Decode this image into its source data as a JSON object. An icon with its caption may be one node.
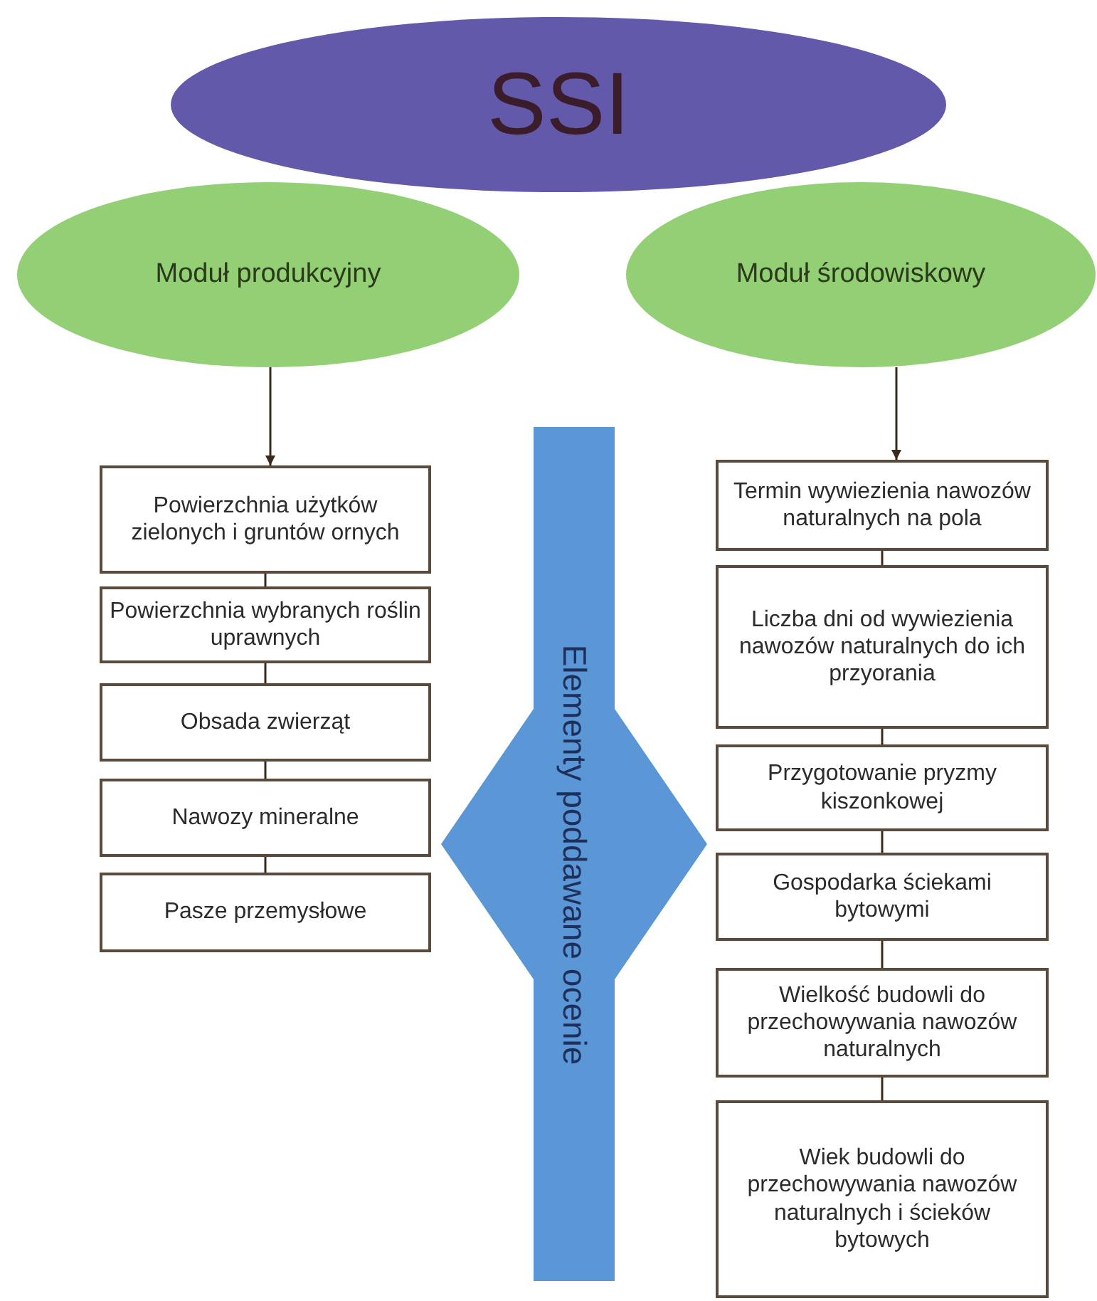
{
  "diagram": {
    "nodes": [
      {
        "text": [
          "SSI"
        ]
      },
      {
        "text": [
          "Moduł produkcyjny"
        ]
      },
      {
        "text": [
          "Moduł środowiskowy"
        ]
      },
      {
        "text": [
          "Powierzchnia użytków zielonych i gruntów ornych"
        ]
      },
      {
        "text": [
          "Powierzchnia wybranych roślin uprawnych"
        ]
      },
      {
        "text": [
          "Obsada zwierząt"
        ]
      },
      {
        "text": [
          "Nawozy mineralne"
        ]
      },
      {
        "text": [
          "Pasze przemysłowe"
        ]
      },
      {
        "text": [
          "Termin wywiezienia nawozów naturalnych na pola"
        ]
      },
      {
        "text": [
          "Liczba dni od wywiezienia nawozów naturalnych do ich przyorania"
        ]
      },
      {
        "text": [
          "Przygotowanie pryzmy kiszonkowej"
        ]
      },
      {
        "text": [
          "Gospodarka ściekami bytowymi"
        ]
      },
      {
        "text": [
          "Wielkość budowli do przechowywania nawozów naturalnych"
        ]
      },
      {
        "text": [
          "Wiek budowli do przechowywania nawozów naturalnych i ścieków bytowych"
        ]
      },
      {
        "text": [
          "Elementy poddawane ocenie"
        ]
      }
    ],
    "edges": [
      {
        "from": 1,
        "to": 3,
        "arrow": "to"
      },
      {
        "from": 3,
        "to": 4,
        "arrow": "none"
      },
      {
        "from": 4,
        "to": 5,
        "arrow": "none"
      },
      {
        "from": 5,
        "to": 6,
        "arrow": "none"
      },
      {
        "from": 6,
        "to": 7,
        "arrow": "none"
      },
      {
        "from": 2,
        "to": 8,
        "arrow": "to"
      },
      {
        "from": 8,
        "to": 9,
        "arrow": "none"
      },
      {
        "from": 9,
        "to": 10,
        "arrow": "none"
      },
      {
        "from": 10,
        "to": 11,
        "arrow": "none"
      },
      {
        "from": 11,
        "to": 12,
        "arrow": "none"
      },
      {
        "from": 12,
        "to": 13,
        "arrow": "none"
      }
    ]
  }
}
